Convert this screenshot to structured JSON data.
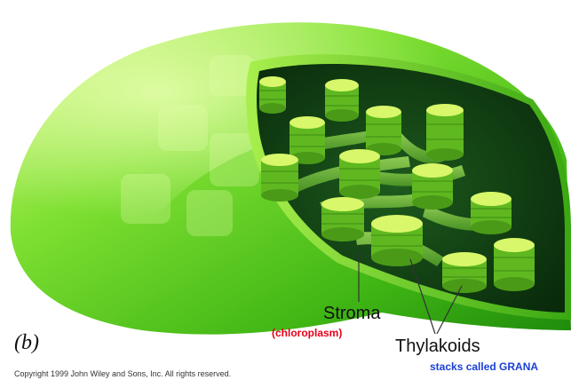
{
  "labels": {
    "stroma": "Stroma",
    "stroma_note": "(chloroplasm)",
    "thylakoids": "Thylakoids",
    "thylakoids_note": "stacks called GRANA",
    "panel": "(b)",
    "copyright": "Copyright 1999 John Wiley and Sons, Inc. All rights reserved."
  },
  "colors": {
    "outer_light": "#b8f26a",
    "outer_mid": "#5ccf1e",
    "outer_dark": "#1f8a0c",
    "interior": "#0f3a12",
    "disk_top": "#d8f76a",
    "disk_side": "#5fb820",
    "label_red": "#e8001a",
    "label_blue": "#1a3fd6"
  }
}
